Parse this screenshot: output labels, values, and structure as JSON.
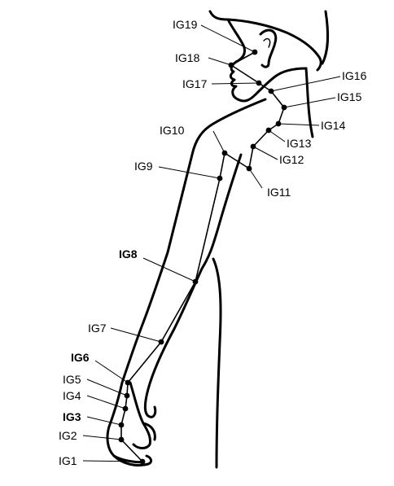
{
  "diagram": {
    "points": [
      {
        "id": "ig1",
        "label": "IG1",
        "bold": false
      },
      {
        "id": "ig2",
        "label": "IG2",
        "bold": false
      },
      {
        "id": "ig3",
        "label": "IG3",
        "bold": true
      },
      {
        "id": "ig4",
        "label": "IG4",
        "bold": false
      },
      {
        "id": "ig5",
        "label": "IG5",
        "bold": false
      },
      {
        "id": "ig6",
        "label": "IG6",
        "bold": true
      },
      {
        "id": "ig7",
        "label": "IG7",
        "bold": false
      },
      {
        "id": "ig8",
        "label": "IG8",
        "bold": true
      },
      {
        "id": "ig9",
        "label": "IG9",
        "bold": false
      },
      {
        "id": "ig10",
        "label": "IG10",
        "bold": false
      },
      {
        "id": "ig11",
        "label": "IG11",
        "bold": false
      },
      {
        "id": "ig12",
        "label": "IG12",
        "bold": false
      },
      {
        "id": "ig13",
        "label": "IG13",
        "bold": false
      },
      {
        "id": "ig14",
        "label": "IG14",
        "bold": false
      },
      {
        "id": "ig15",
        "label": "IG15",
        "bold": false
      },
      {
        "id": "ig16",
        "label": "IG16",
        "bold": false
      },
      {
        "id": "ig17",
        "label": "IG17",
        "bold": false
      },
      {
        "id": "ig18",
        "label": "IG18",
        "bold": false
      },
      {
        "id": "ig19",
        "label": "IG19",
        "bold": false
      }
    ]
  }
}
